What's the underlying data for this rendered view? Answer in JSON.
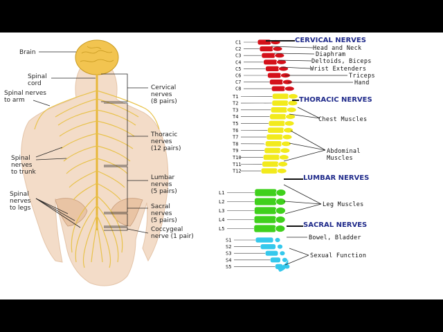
{
  "left_diagram": {
    "labels": {
      "brain": "Brain",
      "spinal_cord": "Spinal\ncord",
      "spinal_nerves_arm": "Spinal nerves\nto arm",
      "spinal_nerves_trunk": "Spinal\nnerves\nto trunk",
      "spinal_nerves_legs": "Spinal\nnerves\nto legs",
      "cervical": "Cervical\nnerves\n(8 pairs)",
      "thoracic": "Thoracic\nnerves\n(12 pairs)",
      "lumbar": "Lumbar\nnerves\n(5 pairs)",
      "sacral": "Sacral\nnerves\n(5 pairs)",
      "coccygeal": "Coccygeal\nnerve (1 pair)"
    }
  },
  "right_diagram": {
    "headers": {
      "cervical": "CERVICAL NERVES",
      "thoracic": "THORACIC NERVES",
      "lumbar": "LUMBAR NERVES",
      "sacral": "SACRAL NERVES"
    },
    "vertebrae": {
      "cervical": [
        "C1",
        "C2",
        "C3",
        "C4",
        "C5",
        "C6",
        "C7",
        "C8"
      ],
      "thoracic": [
        "T1",
        "T2",
        "T3",
        "T4",
        "T5",
        "T6",
        "T7",
        "T8",
        "T9",
        "T10",
        "T11",
        "T12"
      ],
      "lumbar": [
        "L1",
        "L2",
        "L3",
        "L4",
        "L5"
      ],
      "sacral": [
        "S1",
        "S2",
        "S3",
        "S4",
        "S5"
      ]
    },
    "functions": {
      "head_neck": "Head and Neck",
      "diaphragm": "Diaphram",
      "deltoids": "Deltoids, Biceps",
      "wrist": "Wrist Extenders",
      "triceps": "Triceps",
      "hand": "Hand",
      "chest": "Chest Muscles",
      "abdominal": "Abdominal\nMuscles",
      "leg": "Leg Muscles",
      "bowel": "Bowel, Bladder",
      "sexual": "Sexual Function"
    },
    "colors": {
      "cervical": "#d4101a",
      "thoracic": "#f2ea1c",
      "lumbar": "#3fd01c",
      "sacral": "#35c8ec",
      "header_text": "#1f2a8a"
    }
  }
}
